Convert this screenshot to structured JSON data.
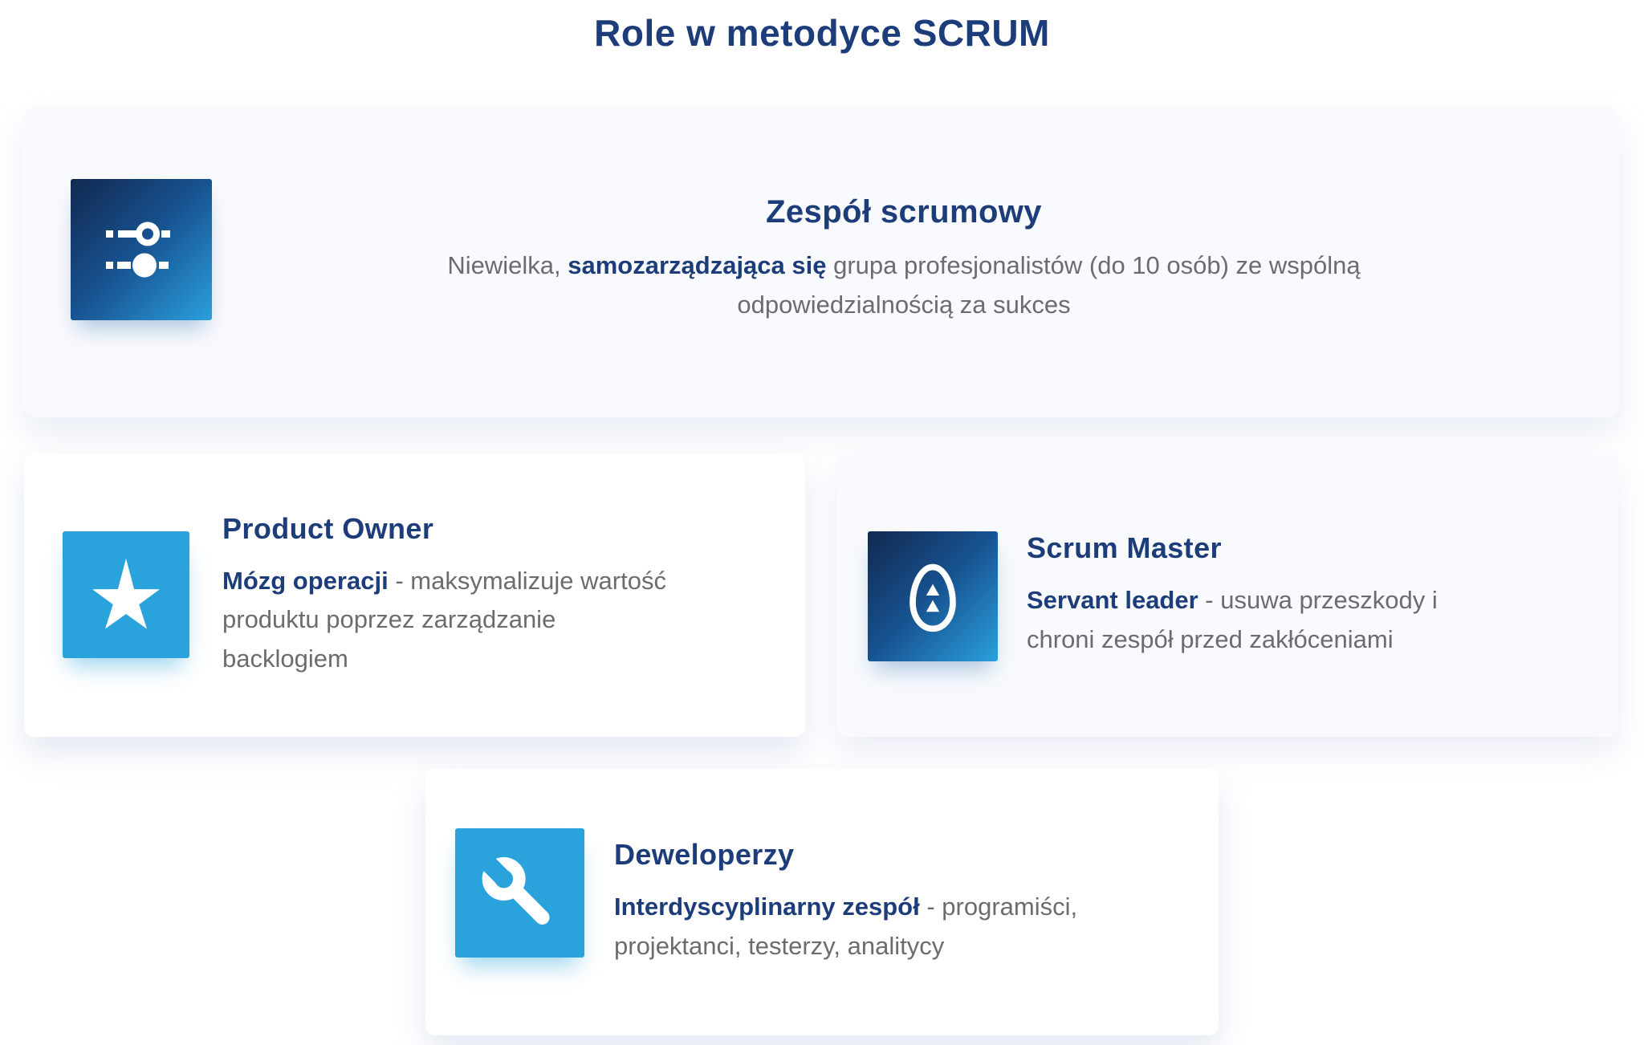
{
  "page": {
    "title": "Role w metodyce SCRUM"
  },
  "colors": {
    "heading_navy": "#1c3d7a",
    "body_gray": "#6b6c6e",
    "icon_flat_blue": "#2aa2dc",
    "icon_gradient_start": "#11294f",
    "icon_gradient_end": "#2aa0dc",
    "card_light_bg": "#f8fafd",
    "card_white_bg": "#ffffff"
  },
  "cards": {
    "team": {
      "icon": "sliders-icon",
      "title": "Zespół scrumowy",
      "desc_pre": "Niewielka, ",
      "desc_bold": "samozarządzająca się",
      "desc_post": " grupa profesjonalistów (do 10 osób) ze wspólną\nodpowiedzialnością za sukces"
    },
    "product_owner": {
      "icon": "star-icon",
      "title": "Product Owner",
      "lead": "Mózg operacji",
      "desc": " - maksymalizuje wartość\nproduktu poprzez zarządzanie\nbacklogiem"
    },
    "scrum_master": {
      "icon": "egg-icon",
      "title": "Scrum Master",
      "lead": "Servant leader",
      "desc": " - usuwa przeszkody i\nchroni zespół przed zakłóceniami"
    },
    "developers": {
      "icon": "wrench-icon",
      "title": "Deweloperzy",
      "lead": "Interdyscyplinarny zespół",
      "desc": " - programiści,\nprojektanci, testerzy, analitycy"
    }
  }
}
